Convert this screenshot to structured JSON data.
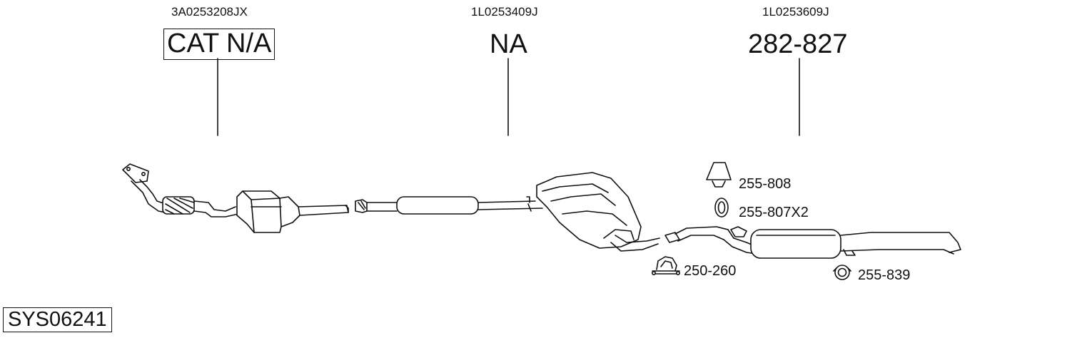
{
  "parts": [
    {
      "oem": "3A0253208JX",
      "label": "CAT N/A",
      "boxed": true
    },
    {
      "oem": "1L0253409J",
      "label": "NA",
      "boxed": false
    },
    {
      "oem": "1L0253609J",
      "label": "282-827",
      "boxed": false
    }
  ],
  "accessories": [
    {
      "label": "255-808",
      "icon": "rubber-hanger-icon"
    },
    {
      "label": "255-807X2",
      "icon": "rubber-ring-icon"
    },
    {
      "label": "250-260",
      "icon": "clamp-icon"
    },
    {
      "label": "255-839",
      "icon": "ring-mount-icon"
    }
  ],
  "system_code": "SYS06241"
}
